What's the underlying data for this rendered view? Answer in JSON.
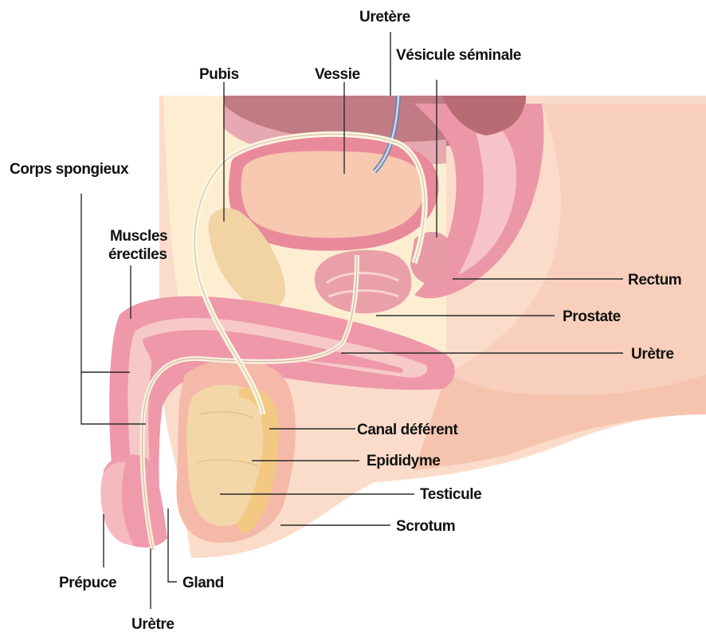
{
  "labels": {
    "uretere": "Uretère",
    "vesicule_seminale": "Vésicule séminale",
    "pubis": "Pubis",
    "vessie": "Vessie",
    "corps_spongieux": "Corps spongieux",
    "muscles": "Muscles",
    "erectiles": "érectiles",
    "rectum": "Rectum",
    "prostate": "Prostate",
    "uretre_right": "Urètre",
    "canal_deferent": "Canal déférent",
    "epididyme": "Epididyme",
    "testicule": "Testicule",
    "scrotum": "Scrotum",
    "prepuce": "Prépuce",
    "gland": "Gland",
    "uretre_bottom": "Urètre"
  },
  "colors": {
    "skin": "#fbdccb",
    "skin_shadow": "#f6c4ae",
    "abdomen_fill": "#fdeed2",
    "organ_outline": "#f7f1df",
    "bladder": "#f6c9b0",
    "bladder_wall": "#e98a9b",
    "rectum": "#ec97a7",
    "rectum_dark": "#b96b74",
    "penis_pink": "#ee98aa",
    "penis_light": "#f7c8c8",
    "pubis_bone": "#f1d3a4",
    "testicle": "#f4d7a8",
    "prostate": "#eaa0a8",
    "label_text": "#111111",
    "leader_line": "#2b2b2b"
  }
}
